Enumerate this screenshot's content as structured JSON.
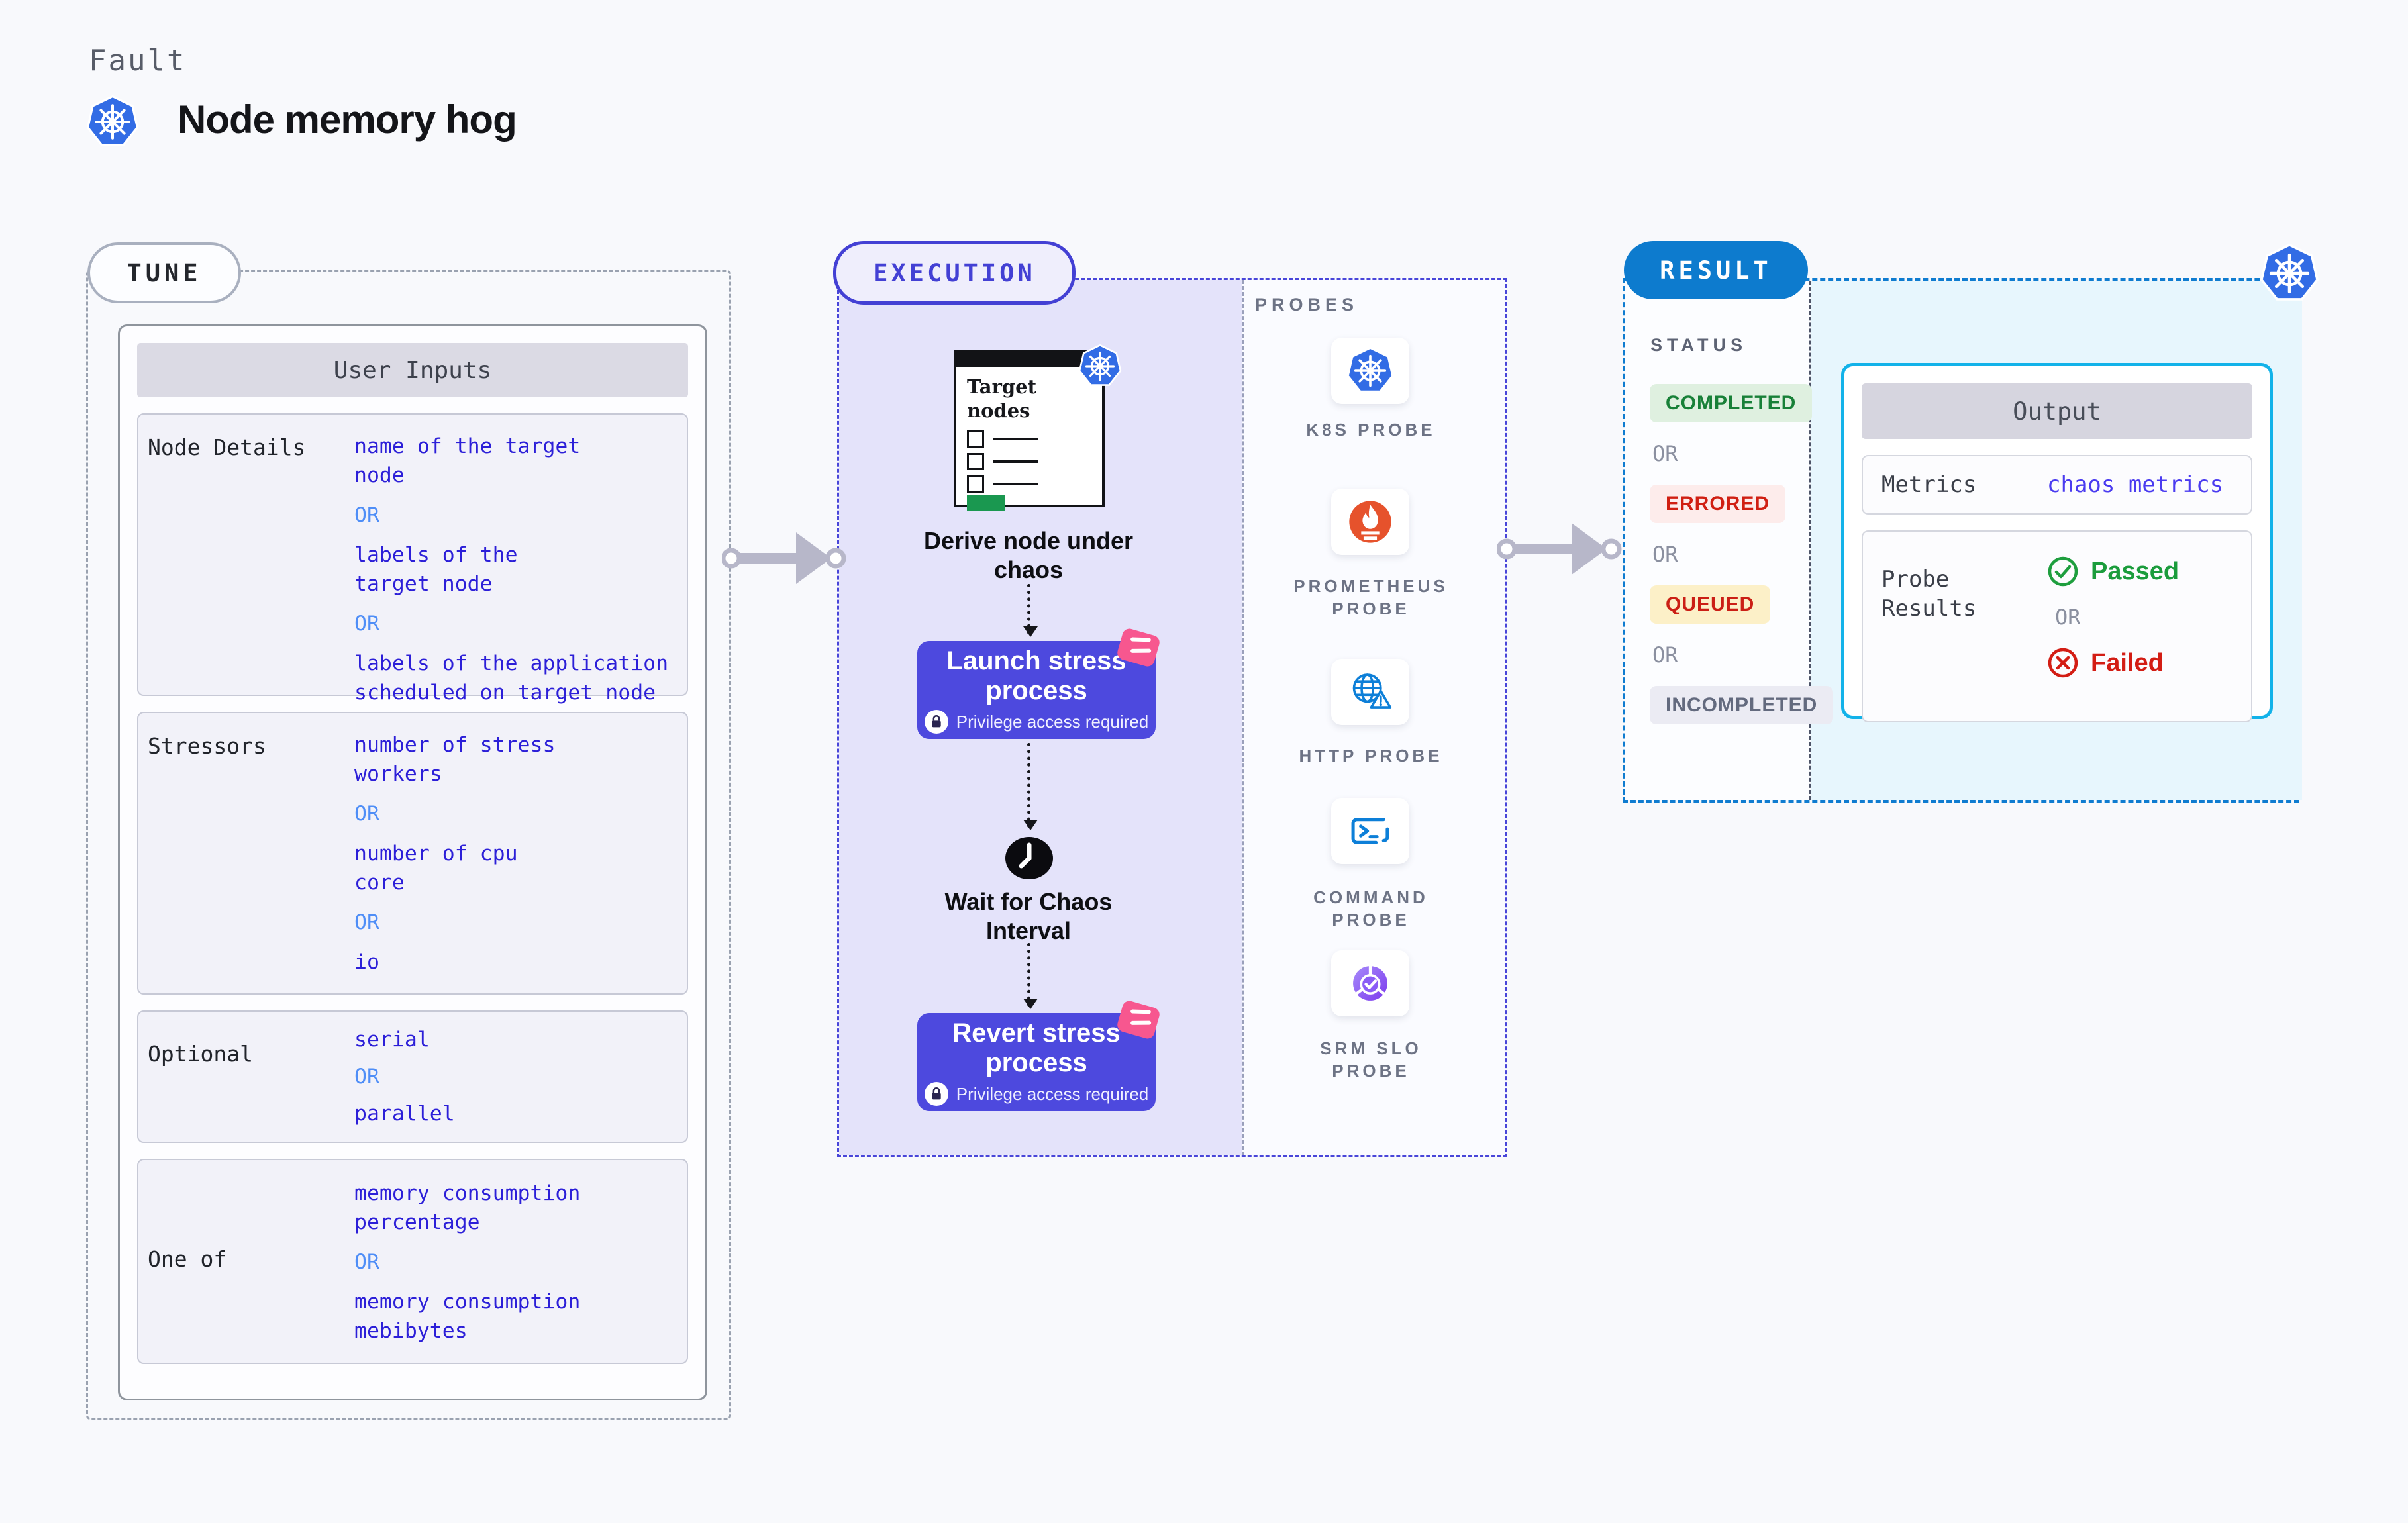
{
  "header": {
    "eyebrow": "Fault",
    "title": "Node memory hog"
  },
  "tune": {
    "badge": "TUNE",
    "table_title": "User Inputs",
    "or": "OR",
    "rows": [
      {
        "label": "Node Details",
        "lines": [
          "name of the target",
          "node",
          "OR",
          "labels of the",
          "target node",
          "OR",
          "labels of the application",
          " scheduled on target node"
        ]
      },
      {
        "label": "Stressors",
        "lines": [
          "number of stress",
          "workers",
          "OR",
          "number of cpu",
          "core",
          "OR",
          "io"
        ]
      },
      {
        "label": "Optional",
        "lines": [
          "serial",
          "OR",
          "parallel"
        ]
      },
      {
        "label": "One of",
        "lines": [
          "memory consumption",
          "percentage",
          "OR",
          "memory consumption",
          "mebibytes"
        ]
      }
    ]
  },
  "execution": {
    "badge": "EXECUTION",
    "target_card": {
      "title": "Target nodes",
      "icon": "kubernetes-icon"
    },
    "steps": {
      "derive": "Derive node under chaos",
      "launch": "Launch stress process",
      "wait": "Wait for Chaos Interval",
      "revert": "Revert stress process",
      "privilege": "Privilege access required"
    },
    "probes": {
      "label": "PROBES",
      "items": [
        {
          "label": "K8S PROBE",
          "icon": "kubernetes-icon"
        },
        {
          "label": "PROMETHEUS PROBE",
          "icon": "prometheus-icon"
        },
        {
          "label": "HTTP PROBE",
          "icon": "globe-alert-icon"
        },
        {
          "label": "COMMAND PROBE",
          "icon": "terminal-icon"
        },
        {
          "label": "SRM SLO PROBE",
          "icon": "slo-gauge-icon"
        }
      ]
    }
  },
  "result": {
    "badge": "RESULT",
    "status": {
      "label": "STATUS",
      "or": "OR",
      "badges": [
        {
          "text": "COMPLETED",
          "kind": "green"
        },
        {
          "text": "ERRORED",
          "kind": "red"
        },
        {
          "text": "QUEUED",
          "kind": "yellow"
        },
        {
          "text": "INCOMPLETED",
          "kind": "gray"
        }
      ]
    },
    "output": {
      "title": "Output",
      "metrics_label": "Metrics",
      "metrics_value": "chaos metrics",
      "probe_results_label": "Probe Results",
      "passed": "Passed",
      "or": "OR",
      "failed": "Failed"
    }
  },
  "colors": {
    "background": "#f8f9fc",
    "kubernetes_blue": "#326CE5",
    "value_blue": "#2c1fd8",
    "or_blue": "#4f8ef7",
    "execution_indigo": "#4340d4",
    "execution_lavender": "#e4e3fa",
    "button_purple": "#4d49de",
    "ribbon_pink": "#f7578f",
    "result_blue": "#0d7bce",
    "output_cyan_border": "#12b2e9",
    "result_cyan_bg": "#e7f6fd",
    "completed_green": "#188038",
    "errored_red": "#d01f12",
    "queued_yellow_bg": "#fcf0c8",
    "passed_green": "#1b9c3c",
    "failed_red": "#d31d14",
    "prometheus_orange": "#e6522c",
    "arrow_gray": "#b7b7c9"
  }
}
